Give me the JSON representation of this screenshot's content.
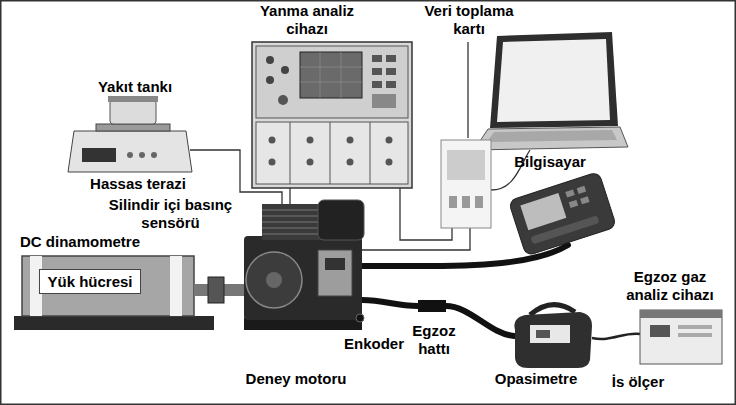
{
  "diagram": {
    "labels": [
      "Yanma analiz cihazı",
      "Veri toplama kartı",
      "Yakıt tankı",
      "Bilgisayar",
      "Hassas terazi",
      "Silindir içi basınç sensörü",
      "DC dinamometre",
      "Egzoz gaz analiz cihazı",
      "Yük hücresi",
      "Enkoder",
      "Egzoz hattı",
      "Deney motoru",
      "Opasimetre",
      "İs ölçer"
    ]
  }
}
